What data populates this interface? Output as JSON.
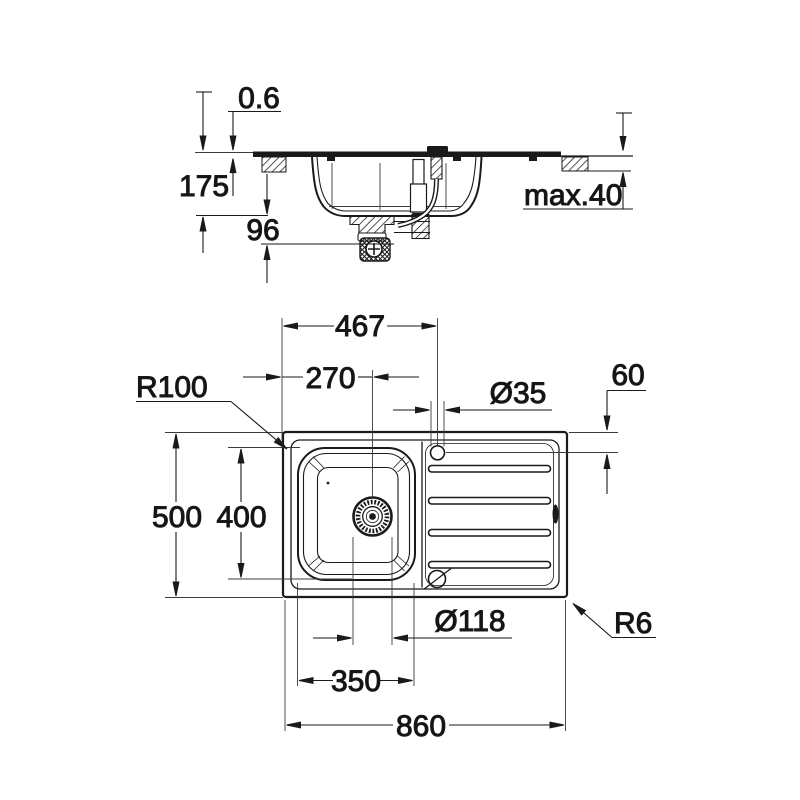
{
  "side_view": {
    "dims": {
      "sheet_thickness": "0.6",
      "mount_depth": "175",
      "trap_offset": "96",
      "max_counter_thickness": "max.40"
    }
  },
  "plan_view": {
    "dims": {
      "tap_center_from_left": "467",
      "drain_center_from_left": "270",
      "tap_hole_diameter": "Ø35",
      "tap_center_from_top": "60",
      "bowl_corner_radius": "R100",
      "overall_depth": "500",
      "bowl_depth": "400",
      "drain_diameter": "Ø118",
      "bowl_width": "350",
      "overall_width": "860",
      "outer_corner_radius": "R6"
    }
  },
  "colors": {
    "line": "#1a1a1a",
    "aux_line": "#3c3c3c",
    "background": "#ffffff"
  }
}
